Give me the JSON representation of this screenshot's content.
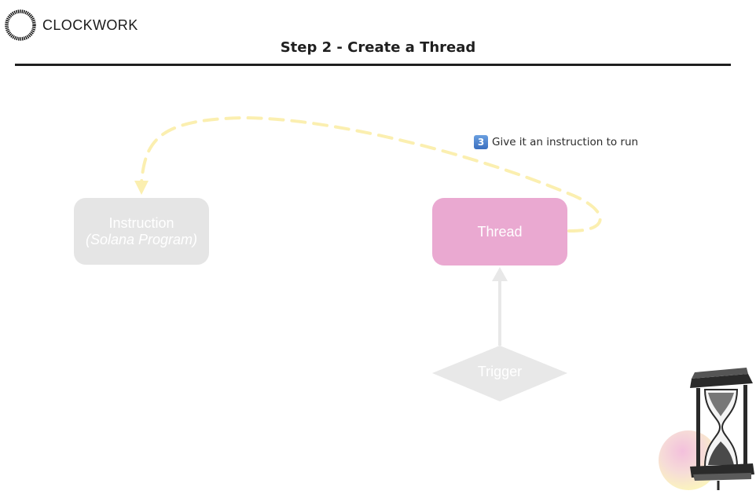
{
  "logo": {
    "text": "CLOCKWORK"
  },
  "title": "Step 2 - Create a Thread",
  "nodes": {
    "instruction": {
      "label": "Instruction",
      "sublabel": "(Solana Program)"
    },
    "thread": {
      "label": "Thread"
    },
    "trigger": {
      "label": "Trigger"
    }
  },
  "annotation": {
    "badge": "3",
    "text": "Give it an instruction to run"
  },
  "colors": {
    "thread_fill": "#eaa9d1",
    "inactive_fill": "#e5e5e5",
    "dashed_arrow": "#fbefb0",
    "solid_arrow": "#e8e8e8",
    "title_rule": "#1f1f1f"
  },
  "decor": {
    "illustration": "hourglass-illustration"
  }
}
